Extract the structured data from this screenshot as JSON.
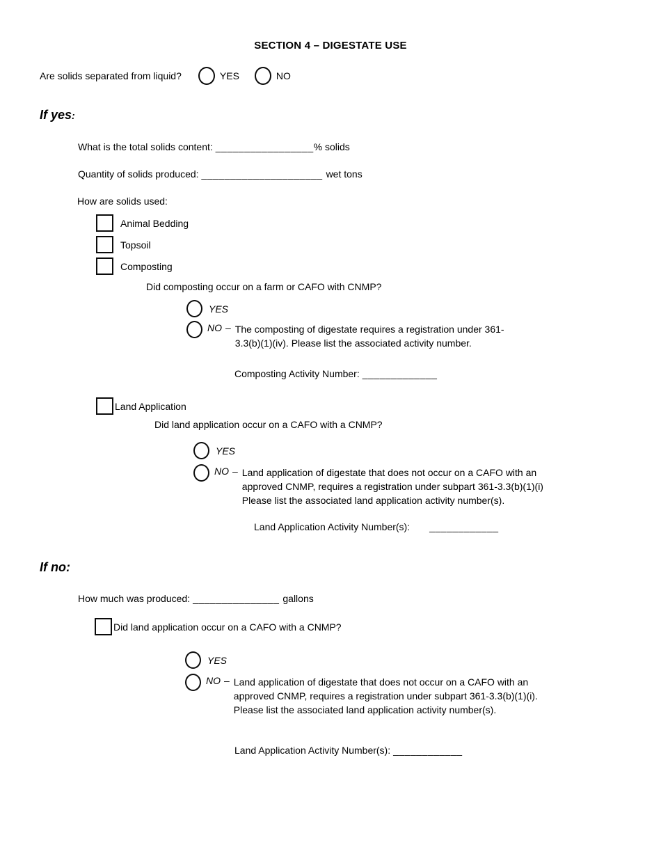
{
  "page": {
    "title": "SECTION 4 – DIGESTATE USE"
  },
  "labels": {
    "yes": "YES",
    "no": "NO",
    "dash": "–"
  },
  "solids_question": {
    "label": "Are solids separated from liquid?"
  },
  "if_yes": {
    "heading": "If yes",
    "colon": ":",
    "total_solids": {
      "label": "What is the total solids content:",
      "blank": "_________________",
      "suffix": "% solids"
    },
    "quantity": {
      "label": "Quantity of solids produced:",
      "blank": "_____________________",
      "suffix": "wet tons"
    },
    "how_used_label": "How are solids used:",
    "checkboxes": {
      "animal_bedding": "Animal Bedding",
      "topsoil": "Topsoil",
      "composting": "Composting",
      "land_application": "Land Application"
    },
    "composting_question": "Did composting occur on a farm or CAFO with CNMP?",
    "composting_no_text": "The composting of digestate requires a registration under 361-\n3.3(b)(1)(iv). Please list the associated activity number.",
    "composting_activity": {
      "label": "Composting Activity Number:",
      "blank": "_____________"
    },
    "land_question": "Did land application occur on a CAFO with a CNMP?",
    "land_no_text": "Land application of digestate that does not occur on a CAFO with an\napproved CNMP, requires a registration under subpart 361-3.3(b)(1)(i)\nPlease list the associated land application activity number(s).",
    "land_activity": {
      "label": "Land Application Activity Number(s):",
      "blank": "____________"
    }
  },
  "if_no": {
    "heading": "If no:",
    "produced": {
      "label": "How much was produced:",
      "blank": "_______________",
      "suffix": "gallons"
    },
    "land_question": "Did land application occur on a CAFO with a CNMP?",
    "land_no_text": "Land application of digestate that does not occur on a CAFO with an\napproved CNMP, requires a registration under subpart 361-3.3(b)(1)(i).\nPlease list the associated land application activity number(s).",
    "land_activity": {
      "label": "Land Application Activity Number(s):",
      "blank": "____________"
    }
  }
}
